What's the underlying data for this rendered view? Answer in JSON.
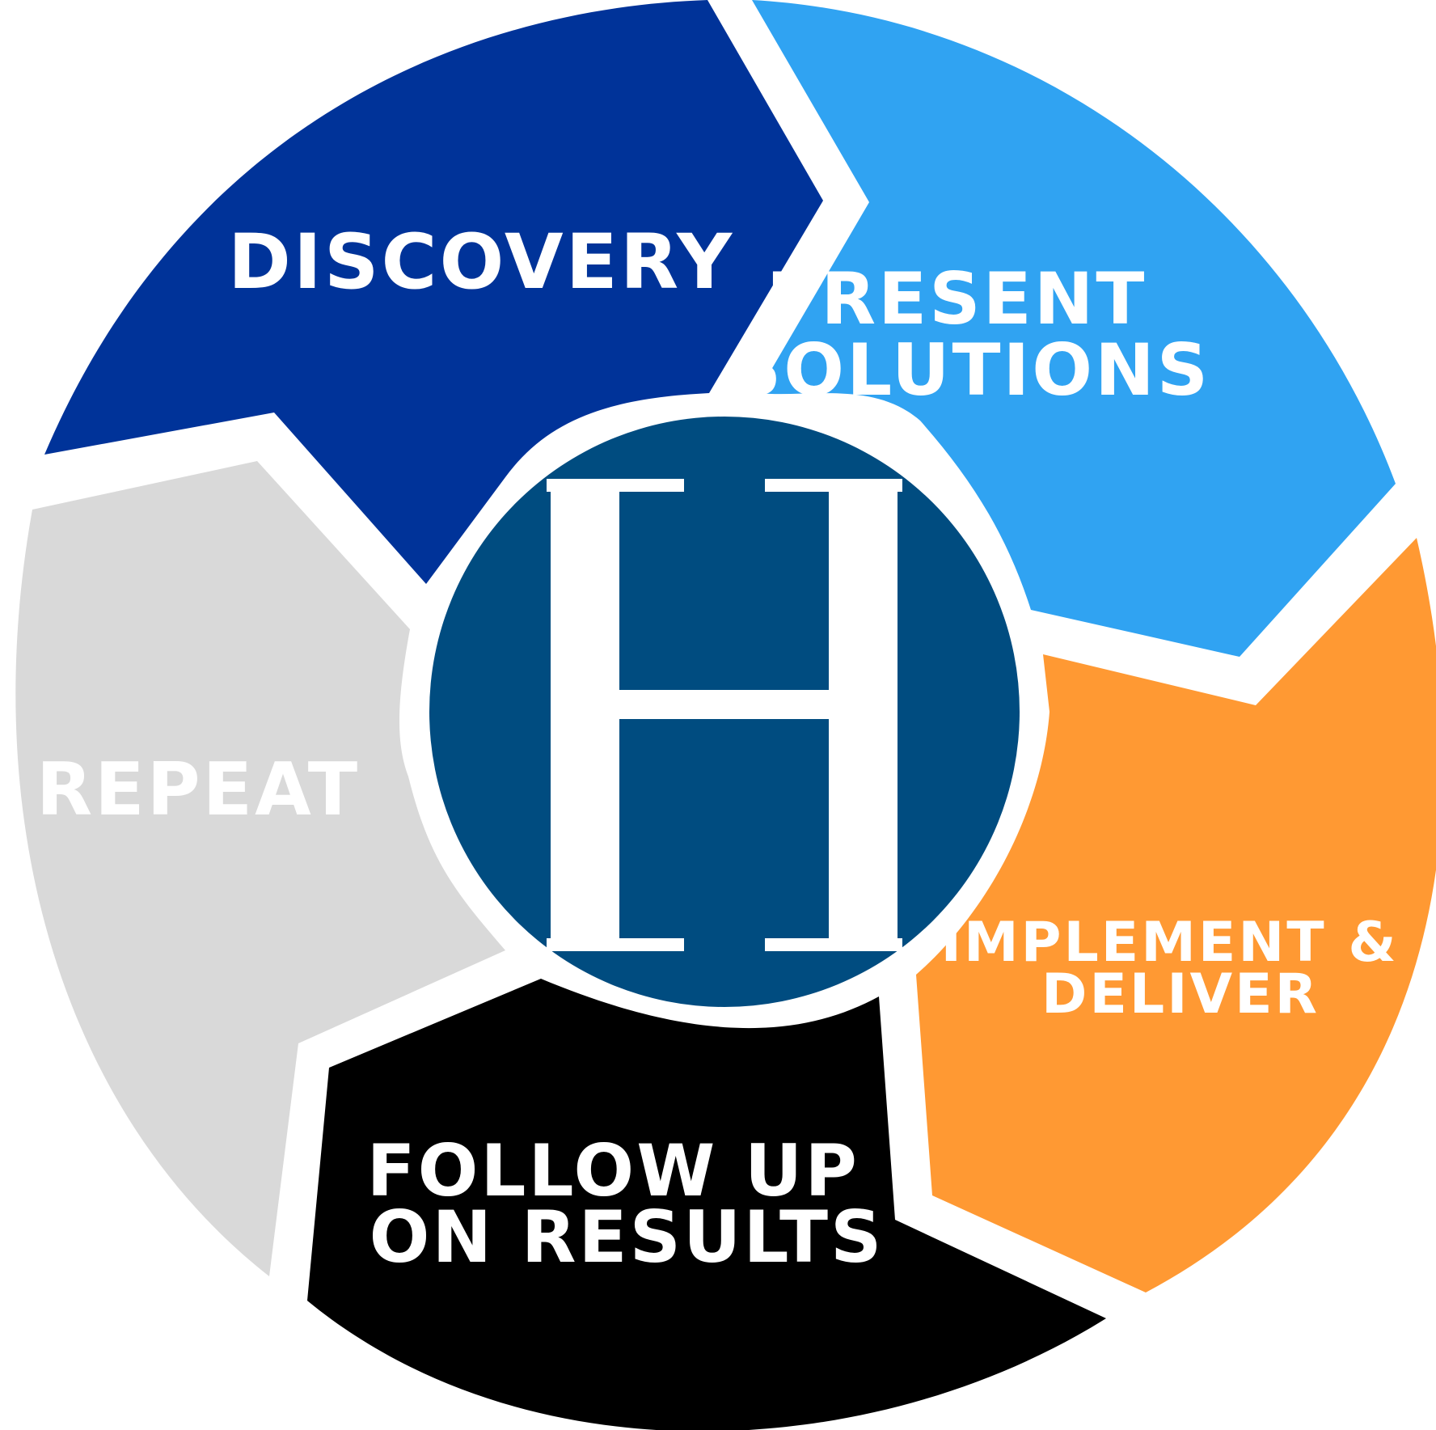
{
  "segments": [
    {
      "id": "discovery",
      "lines": [
        "DISCOVERY"
      ],
      "color": "#003399"
    },
    {
      "id": "present-solutions",
      "lines": [
        "PRESENT",
        "SOLUTIONS"
      ],
      "color": "#30A3F2"
    },
    {
      "id": "implement-deliver",
      "lines": [
        "IMPLEMENT &",
        "DELIVER"
      ],
      "color": "#FF9933"
    },
    {
      "id": "follow-up",
      "lines": [
        "FOLLOW UP",
        "ON RESULTS"
      ],
      "color": "#000000"
    },
    {
      "id": "repeat",
      "lines": [
        "REPEAT"
      ],
      "color": "#D9D9D9"
    }
  ],
  "logo": {
    "letter": "H",
    "circle_color": "#004C80",
    "letter_color": "#ffffff"
  }
}
